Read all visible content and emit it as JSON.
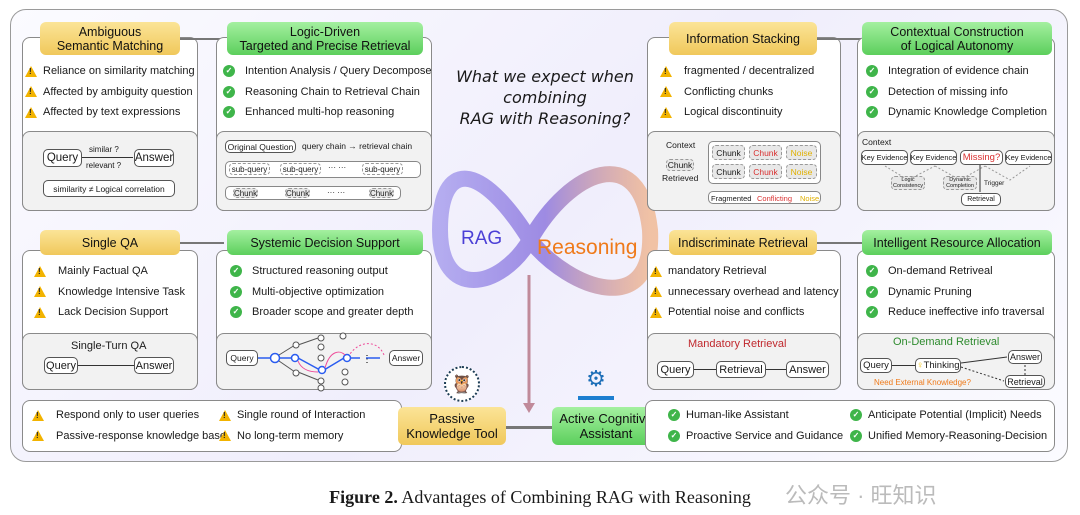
{
  "center": {
    "question": [
      "What we expect when",
      "combining",
      "RAG with Reasoning?"
    ],
    "rag_label": "RAG",
    "reasoning_label": "Reasoning"
  },
  "panels": {
    "semantic": {
      "title": [
        "Ambiguous",
        "Semantic Matching"
      ],
      "items": [
        "Reliance on similarity matching",
        "Affected by ambiguity question",
        "Affected by text expressions"
      ],
      "diagram": {
        "query": "Query",
        "similar": "similar ?",
        "relevant": "relevant ?",
        "answer": "Answer",
        "note": "similarity ≠ Logical correlation"
      }
    },
    "logic": {
      "title": [
        "Logic-Driven",
        "Targeted and Precise Retrieval"
      ],
      "items": [
        "Intention Analysis / Query Decompose",
        "Reasoning Chain to Retrieval Chain",
        "Enhanced multi-hop reasoning"
      ],
      "diagram": {
        "original": "Original Question",
        "chain": "query chain → retrieval chain",
        "subquery": "sub-query",
        "chunk": "Chunk",
        "dots": "··· ···"
      }
    },
    "stacking": {
      "title": [
        "Information Stacking"
      ],
      "items": [
        "fragmented / decentralized",
        "Conflicting chunks",
        "Logical discontinuity"
      ],
      "diagram": {
        "context": "Context",
        "chunk": "Chunk",
        "retrieved": "Retrieved",
        "noise": "Noise",
        "fragmented": "Fragmented",
        "conflicting": "Conflicting"
      }
    },
    "contextual": {
      "title": [
        "Contextual Construction",
        "of Logical Autonomy"
      ],
      "items": [
        "Integration of evidence chain",
        "Detection of missing info",
        "Dynamic Knowledge Completion"
      ],
      "diagram": {
        "context": "Context",
        "key": "Key Evidence",
        "missing": "Missing?",
        "logic": [
          "Logic",
          "Consistency"
        ],
        "dynamic": [
          "Dynamic",
          "Completion"
        ],
        "trigger": "Trigger",
        "retrieval": "Retrieval"
      }
    },
    "single": {
      "title": [
        "Single QA"
      ],
      "items": [
        "Mainly Factual QA",
        "Knowledge Intensive Task",
        "Lack Decision Support"
      ],
      "diagram": {
        "label": "Single-Turn QA",
        "query": "Query",
        "answer": "Answer"
      }
    },
    "systemic": {
      "title": [
        "Systemic Decision Support"
      ],
      "items": [
        "Structured reasoning output",
        "Multi-objective optimization",
        "Broader scope and greater depth"
      ],
      "diagram": {
        "query": "Query",
        "answer": "Answer"
      }
    },
    "indiscriminate": {
      "title": [
        "Indiscriminate Retrieval"
      ],
      "items": [
        "mandatory Retrieval",
        "unnecessary overhead and latency",
        "Potential noise and conflicts"
      ],
      "diagram": {
        "label": "Mandatory Retrieval",
        "query": "Query",
        "retrieval": "Retrieval",
        "answer": "Answer"
      }
    },
    "intelligent": {
      "title": [
        "Intelligent Resource Allocation"
      ],
      "items": [
        "On-demand Retriveal",
        "Dynamic Pruning",
        "Reduce ineffective info traversal"
      ],
      "diagram": {
        "label": "On-Demand Retrieval",
        "query": "Query",
        "thinking": "Thinking",
        "answer": "Answer",
        "retrieval": "Retrieval",
        "need": "Need External Knowledge?"
      }
    }
  },
  "bottom": {
    "passive": {
      "title": [
        "Passive",
        "Knowledge Tool"
      ],
      "items": [
        "Respond only to user queries",
        "Passive-response knowledge base",
        "Single round of Interaction",
        "No long-term memory"
      ]
    },
    "active": {
      "title": [
        "Active Cognitive",
        "Assistant"
      ],
      "items": [
        "Human-like Assistant",
        "Proactive Service and Guidance",
        "Anticipate Potential (Implicit) Needs",
        "Unified Memory-Reasoning-Decision"
      ]
    }
  },
  "caption": {
    "bold": "Figure 2.",
    "text": " Advantages of Combining RAG with Reasoning"
  },
  "watermark": "公众号 · 旺知识",
  "colors": {
    "warn": "#f2b300",
    "check": "#3fb54a",
    "rag": "#4b3fd6",
    "reasoning": "#ef7a1a",
    "red": "#d93030",
    "noise": "#e0b000",
    "green_text": "#2e8b2e",
    "orange_text": "#ef7a1a"
  }
}
